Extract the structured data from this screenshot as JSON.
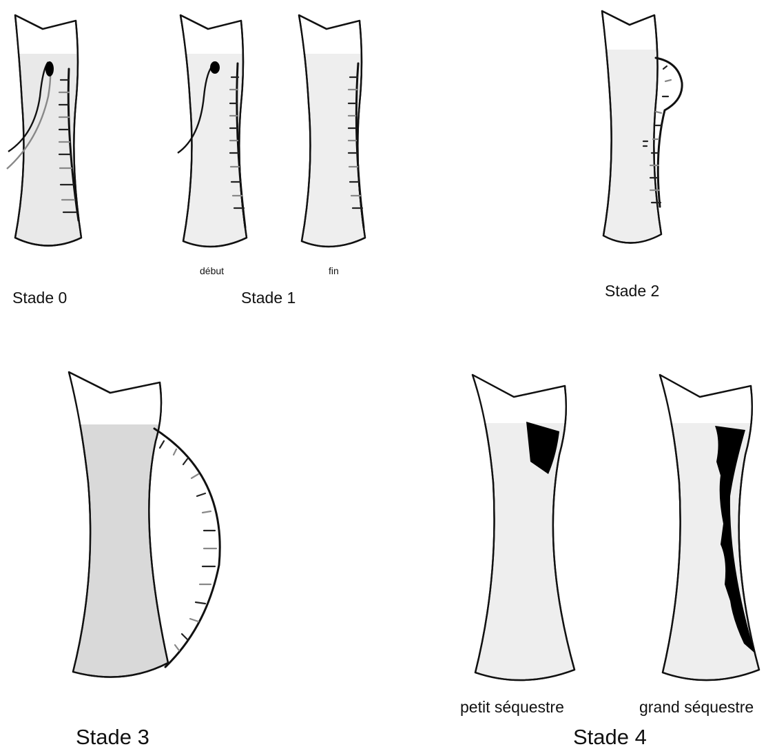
{
  "labels": {
    "stade0": "Stade 0",
    "stade1": "Stade 1",
    "stade1_debut": "début",
    "stade1_fin": "fin",
    "stade2": "Stade 2",
    "stade3": "Stade 3",
    "stade4": "Stade 4",
    "stade4_petit": "petit séquestre",
    "stade4_grand": "grand séquestre"
  }
}
